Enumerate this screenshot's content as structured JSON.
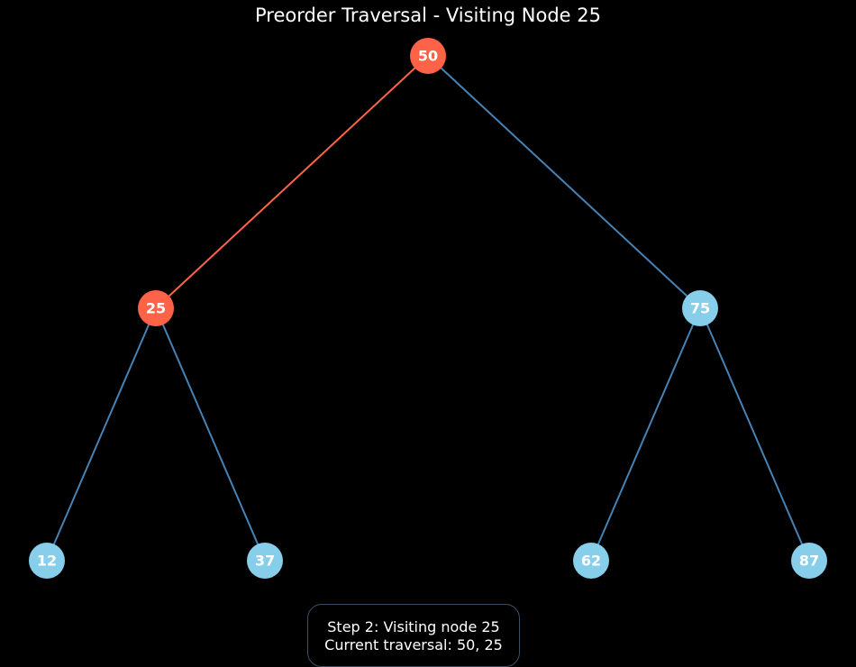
{
  "title": "Preorder Traversal - Visiting Node 25",
  "colors": {
    "background": "#000000",
    "visited_node": "#ff6347",
    "unvisited_node": "#87ceeb",
    "visited_edge": "#ff6347",
    "unvisited_edge": "#4682b4",
    "label": "#ffffff",
    "status_border": "#3a4f68"
  },
  "tree": {
    "nodes": [
      {
        "id": "n50",
        "label": "50",
        "state": "visited"
      },
      {
        "id": "n25",
        "label": "25",
        "state": "visited"
      },
      {
        "id": "n75",
        "label": "75",
        "state": "unvisited"
      },
      {
        "id": "n12",
        "label": "12",
        "state": "unvisited"
      },
      {
        "id": "n37",
        "label": "37",
        "state": "unvisited"
      },
      {
        "id": "n62",
        "label": "62",
        "state": "unvisited"
      },
      {
        "id": "n87",
        "label": "87",
        "state": "unvisited"
      }
    ],
    "edges": [
      {
        "from": "n50",
        "to": "n25",
        "state": "visited"
      },
      {
        "from": "n50",
        "to": "n75",
        "state": "unvisited"
      },
      {
        "from": "n25",
        "to": "n12",
        "state": "unvisited"
      },
      {
        "from": "n25",
        "to": "n37",
        "state": "unvisited"
      },
      {
        "from": "n75",
        "to": "n62",
        "state": "unvisited"
      },
      {
        "from": "n75",
        "to": "n87",
        "state": "unvisited"
      }
    ]
  },
  "status": {
    "step_line": "Step 2: Visiting node 25",
    "traversal_line": "Current traversal: 50, 25"
  }
}
